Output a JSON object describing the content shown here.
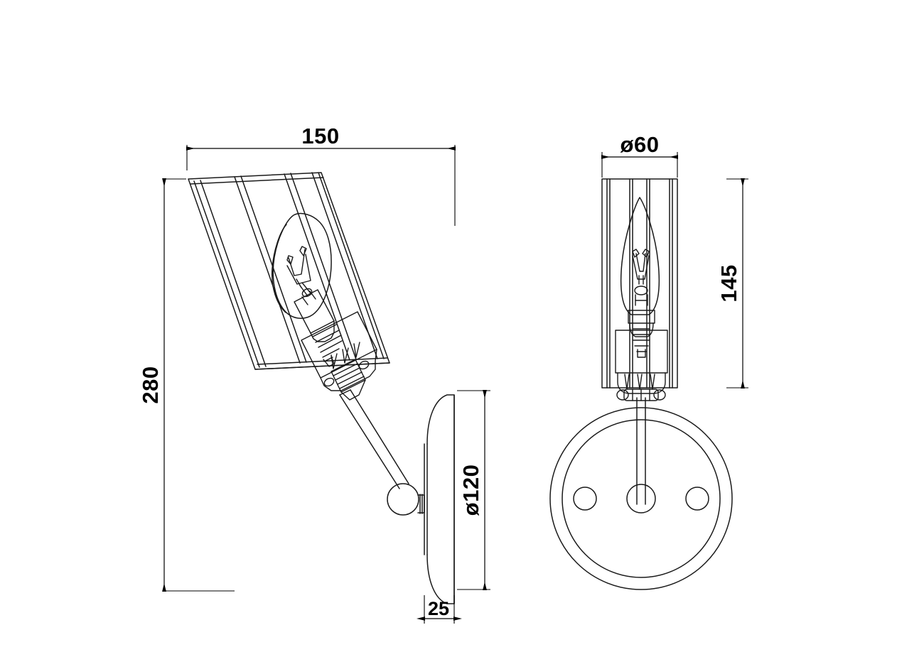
{
  "drawing": {
    "title": "Wall sconce dimensional drawing",
    "background_color": "#ffffff",
    "line_color": "#1a1a1a",
    "dimension_color": "#000000",
    "views": [
      {
        "name": "side-elevation-view",
        "description": "Side elevation of wall sconce with angled cylindrical shade, candle bulb, E14 socket, diagonal arm, ball joint and round wall plate"
      },
      {
        "name": "front-elevation-view",
        "description": "Front elevation of wall sconce with vertical cylindrical shade, candle bulb, E14 socket, straight arm and circular wall plate with two screw holes"
      }
    ]
  },
  "dimensions": {
    "overall_width": "150",
    "overall_height": "280",
    "plate_depth": "25",
    "plate_diameter": "ø120",
    "shade_diameter": "ø60",
    "shade_height": "145"
  },
  "labels": {
    "width_150": "150",
    "height_280": "280",
    "depth_25": "25",
    "plate_dia_120": "ø120",
    "shade_dia_60": "ø60",
    "shade_h_145": "145"
  }
}
